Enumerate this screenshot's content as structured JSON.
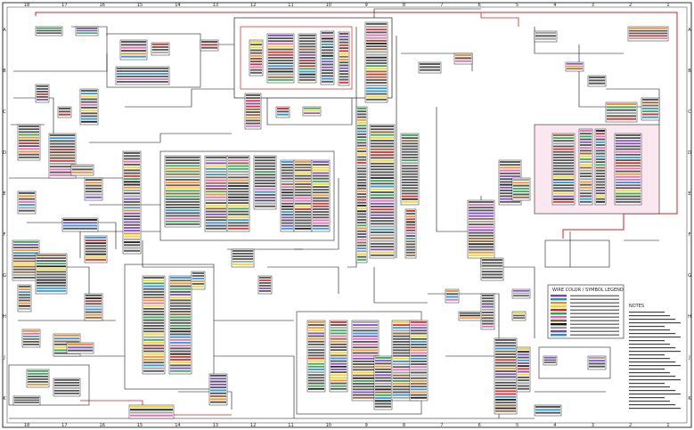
{
  "title_block": {
    "legend_title": "WIRE COLOR / SYMBOL LEGEND",
    "notes_title": "NOTES"
  },
  "grid": {
    "columns": [
      "18",
      "17",
      "16",
      "15",
      "14",
      "13",
      "12",
      "11",
      "10",
      "9",
      "8",
      "7",
      "6",
      "5",
      "4",
      "3",
      "2",
      "1"
    ],
    "rows": [
      "A",
      "B",
      "C",
      "D",
      "E",
      "F",
      "G",
      "H",
      "J",
      "K"
    ]
  },
  "colors": {
    "wire": "#111111",
    "power_wire": "#d42020",
    "highlight_pink": "#f6d4e4",
    "wire_colors": [
      "#7a3fbf",
      "#1f8fd8",
      "#f08a1e",
      "#f2d21b",
      "#d42020",
      "#2aa34a",
      "#e25fb4",
      "#8b5a2b",
      "#111111",
      "#9a9a9a"
    ]
  },
  "icons": [
    "connector-block",
    "harness-bundle",
    "ground-symbol",
    "splice-symbol"
  ]
}
